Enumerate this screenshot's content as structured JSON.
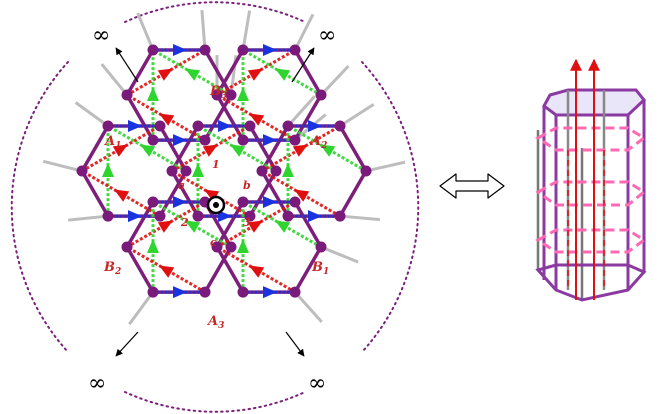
{
  "colors": {
    "lattice": "#7b1f7b",
    "vertex": "#7a1a7a",
    "spoke": "#bdbdbd",
    "blue_arrow": "#1a33e0",
    "green_arrow": "#2fd42f",
    "red_arrow": "#e01010",
    "boundary_dots": "#7b1f7b",
    "tube_outline": "#8a3aa0",
    "tube_pink": "#ff69b4",
    "tube_gray": "#888888",
    "tube_red": "#e01010"
  },
  "labels": {
    "infinity": "∞",
    "A1": {
      "main": "A",
      "sub": "1"
    },
    "A2": {
      "main": "A",
      "sub": "2"
    },
    "A3": {
      "main": "A",
      "sub": "3"
    },
    "B1": {
      "main": "B",
      "sub": "1"
    },
    "B2": {
      "main": "B",
      "sub": "2"
    },
    "B3": {
      "main": "B",
      "sub": "3"
    },
    "n1": "1",
    "n2": "2",
    "n3": "3",
    "a": "a",
    "b": "b",
    "c": "c"
  },
  "icons": {
    "center_marker": "circled-dot-icon",
    "equivalence": "double-arrow-icon"
  }
}
